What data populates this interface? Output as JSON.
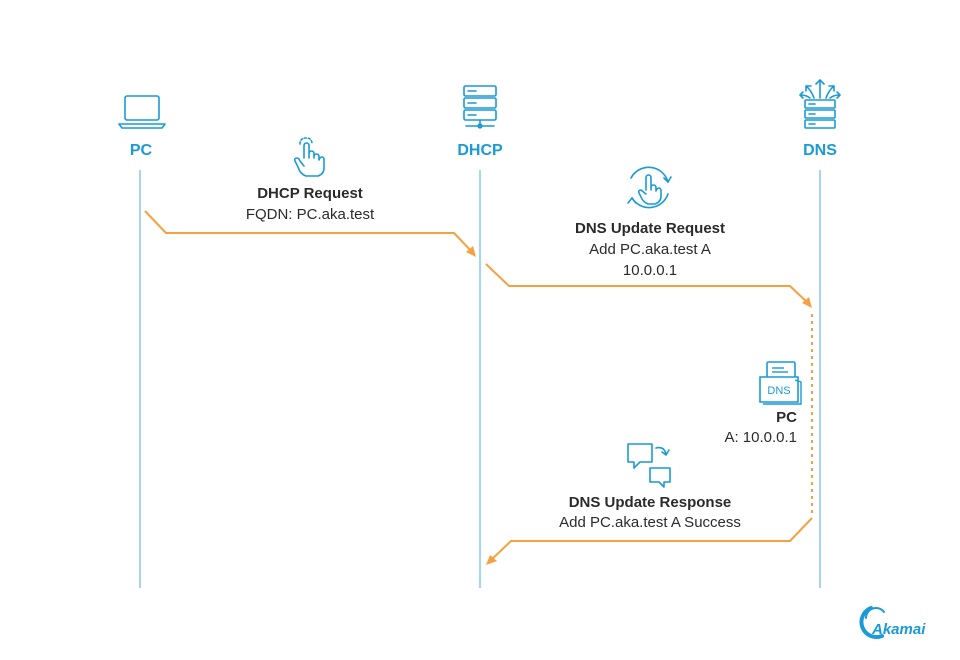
{
  "participants": {
    "pc": "PC",
    "dhcp": "DHCP",
    "dns": "DNS"
  },
  "messages": {
    "dhcp_request": {
      "title": "DHCP Request",
      "detail": "FQDN: PC.aka.test"
    },
    "dns_update_request": {
      "title": "DNS Update Request",
      "line1": "Add PC.aka.test A",
      "line2": "10.0.0.1"
    },
    "dns_record": {
      "badge": "DNS",
      "name": "PC",
      "value": "A: 10.0.0.1"
    },
    "dns_update_response": {
      "title": "DNS Update Response",
      "detail": "Add PC.aka.test A Success"
    }
  },
  "brand": {
    "logo_text": "Akamai"
  },
  "colors": {
    "accent": "#1a9ad6",
    "flow": "#f5a142",
    "text": "#2b2b2b"
  },
  "icons": {
    "pc": "laptop-icon",
    "dhcp": "server-icon",
    "dns": "dns-server-icon",
    "request": "pointer-hand-icon",
    "update": "refresh-hand-icon",
    "record": "dns-record-icon",
    "response": "chat-bubbles-icon"
  }
}
